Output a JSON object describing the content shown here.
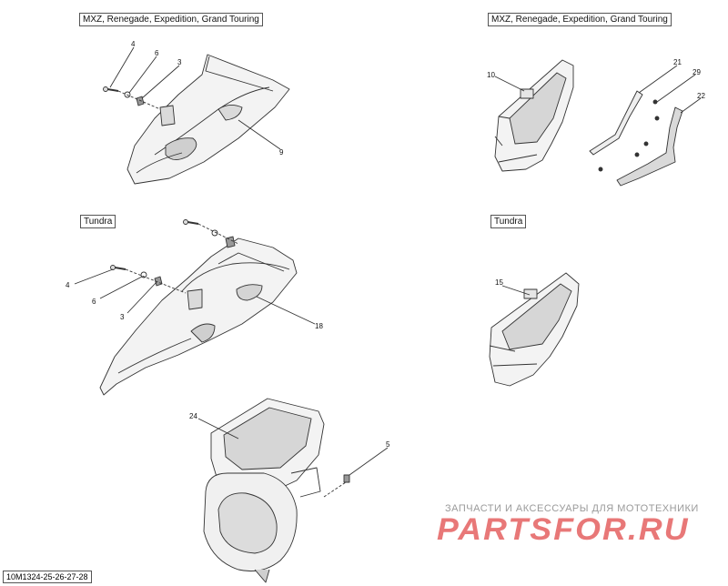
{
  "labels": {
    "top_left": "MXZ, Renegade, Expedition, Grand Touring",
    "top_right": "MXZ, Renegade, Expedition, Grand Touring",
    "mid_left": "Tundra",
    "mid_right": "Tundra"
  },
  "callouts": {
    "c4a": "4",
    "c6a": "6",
    "c3a": "3",
    "c9": "9",
    "c10": "10",
    "c21": "21",
    "c29": "29",
    "c22": "22",
    "c4b": "4",
    "c6b": "6",
    "c3b": "3",
    "c18": "18",
    "c15": "15",
    "c24": "24",
    "c5": "5"
  },
  "reference": "10M1324-25-26-27-28",
  "watermark": {
    "tagline": "ЗАПЧАСТИ И АКСЕССУАРЫ ДЛЯ МОТОТЕХНИКИ",
    "brand": "PARTSFOR.RU"
  },
  "colors": {
    "line": "#333333",
    "shade": "#bdbdbd",
    "watermark": "#e87878"
  }
}
